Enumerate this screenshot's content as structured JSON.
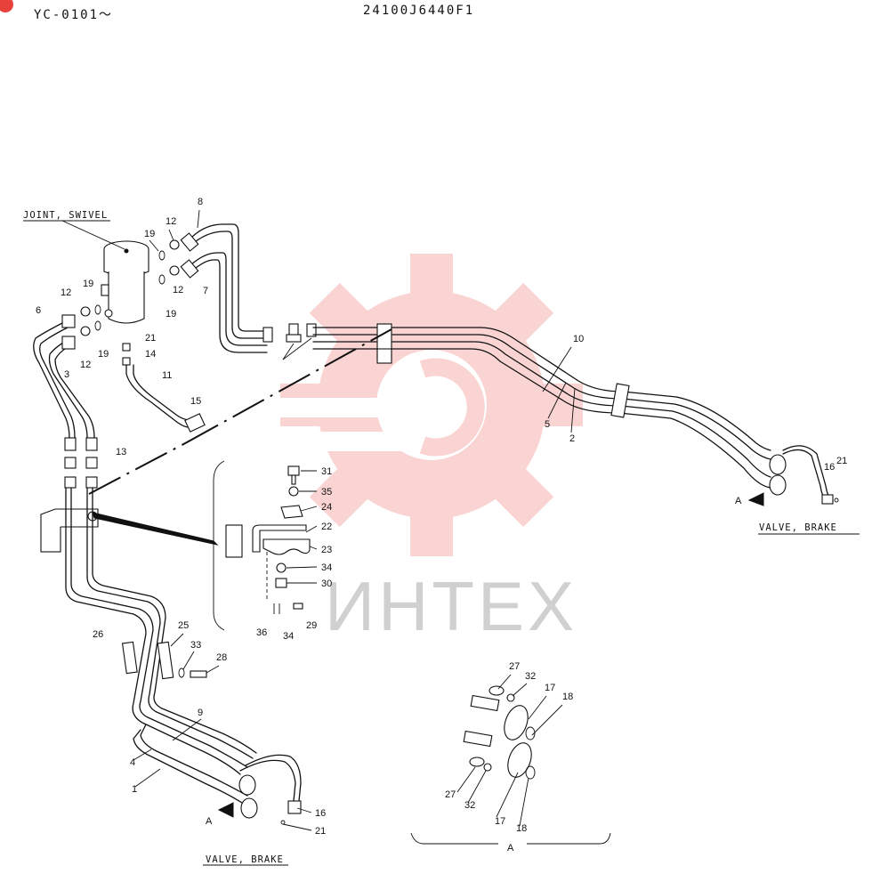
{
  "header": {
    "serial_range": "YC-0101～",
    "drawing_number": "24100J6440F1"
  },
  "captions": {
    "joint_swivel": "JOINT, SWIVEL",
    "valve_brake_right": "VALVE, BRAKE",
    "valve_brake_bottom": "VALVE, BRAKE",
    "view_a_bottom": "A",
    "arrow_a_right": "A",
    "arrow_a_left": "A"
  },
  "watermark": {
    "text": "ИНТЕХ",
    "color": "#e8413c"
  },
  "callouts": [
    "8",
    "12",
    "19",
    "7",
    "19",
    "12",
    "12",
    "19",
    "6",
    "3",
    "12",
    "19",
    "21",
    "14",
    "11",
    "15",
    "13",
    "10",
    "5",
    "2",
    "16",
    "21",
    "31",
    "35",
    "24",
    "22",
    "23",
    "34",
    "30",
    "36",
    "34",
    "29",
    "26",
    "25",
    "33",
    "28",
    "9",
    "4",
    "1",
    "16",
    "21",
    "27",
    "32",
    "17",
    "18",
    "27",
    "32",
    "17",
    "18"
  ]
}
